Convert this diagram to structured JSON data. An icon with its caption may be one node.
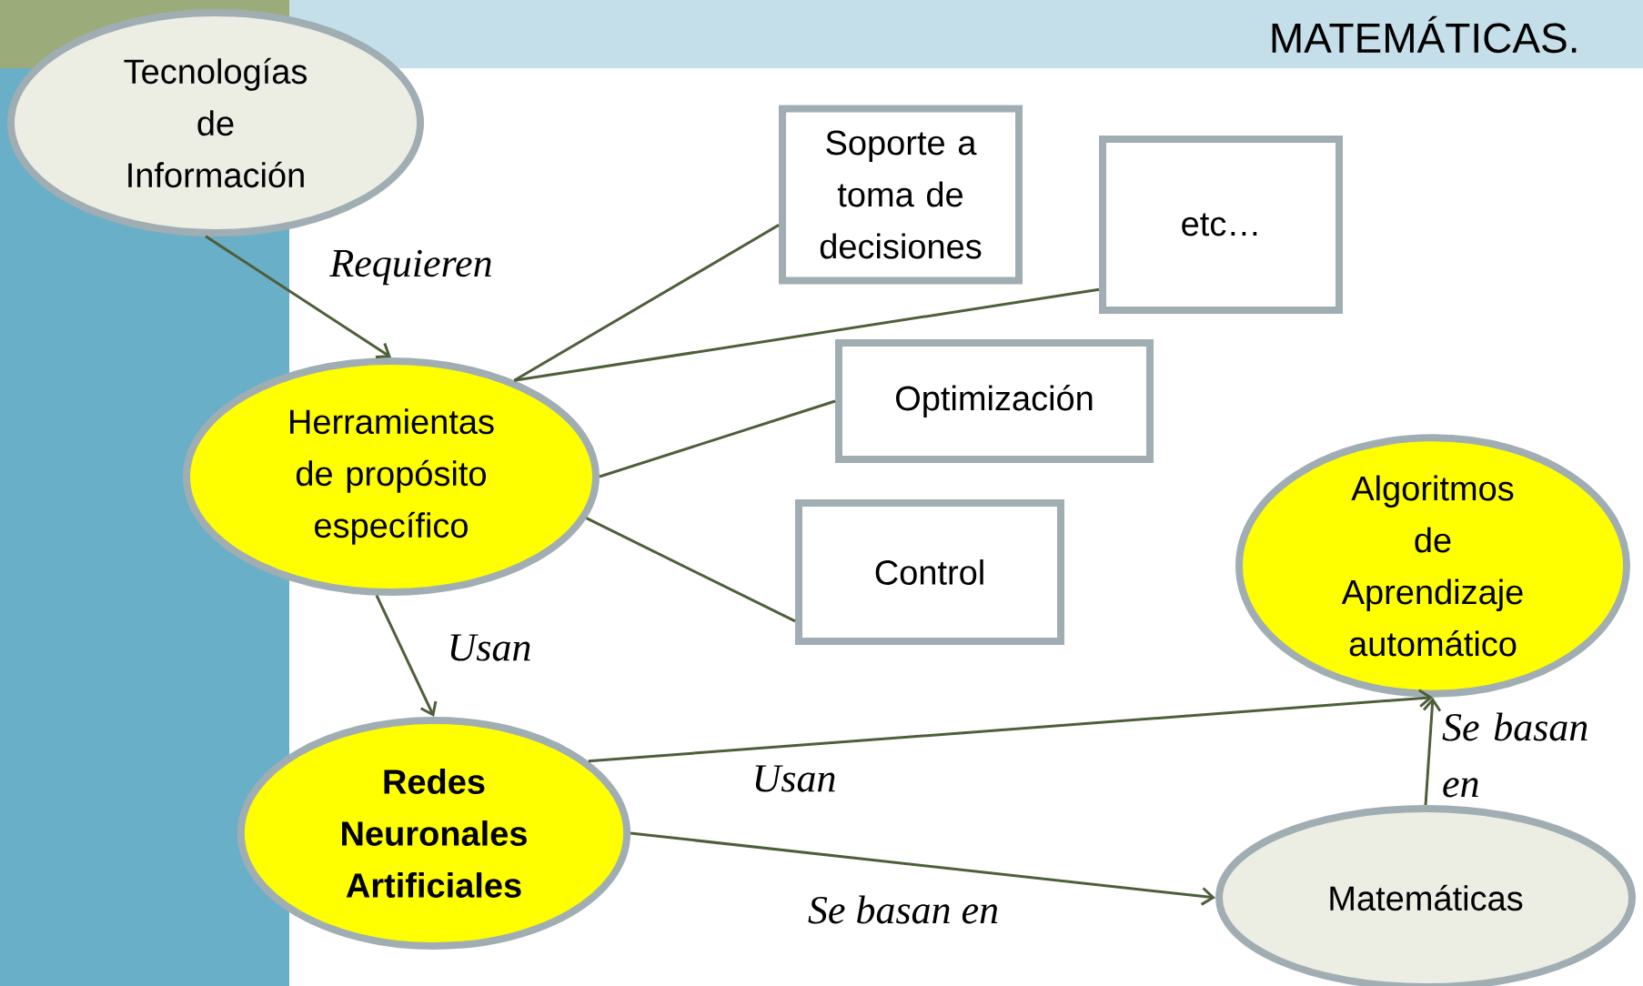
{
  "diagram": {
    "title": "MATEMÁTICAS.",
    "nodes": [
      {
        "text": [
          "Tecnologías de Información"
        ]
      },
      {
        "text": [
          "Herramientas de propósito específico"
        ]
      },
      {
        "text": [
          "Soporte a toma de decisiones"
        ]
      },
      {
        "text": [
          "etc…"
        ]
      },
      {
        "text": [
          "Optimización"
        ]
      },
      {
        "text": [
          "Control"
        ]
      },
      {
        "text": [
          "Algoritmos de Aprendizaje automático"
        ]
      },
      {
        "text": [
          "Redes Neuronales Artificiales"
        ]
      },
      {
        "text": [
          "Matemáticas"
        ]
      }
    ],
    "edges": [
      {
        "from": 0,
        "to": 1,
        "arrow": "to",
        "label": "Requieren"
      },
      {
        "from": 1,
        "to": 2,
        "arrow": "none"
      },
      {
        "from": 1,
        "to": 3,
        "arrow": "none"
      },
      {
        "from": 1,
        "to": 4,
        "arrow": "none"
      },
      {
        "from": 1,
        "to": 5,
        "arrow": "none"
      },
      {
        "from": 1,
        "to": 7,
        "arrow": "to",
        "label": "Usan"
      },
      {
        "from": 7,
        "to": 6,
        "arrow": "to",
        "label": "Usan"
      },
      {
        "from": 7,
        "to": 8,
        "arrow": "to",
        "label": "Se basan en"
      },
      {
        "from": 8,
        "to": 6,
        "arrow": "to",
        "label": "Se basan en"
      }
    ]
  }
}
